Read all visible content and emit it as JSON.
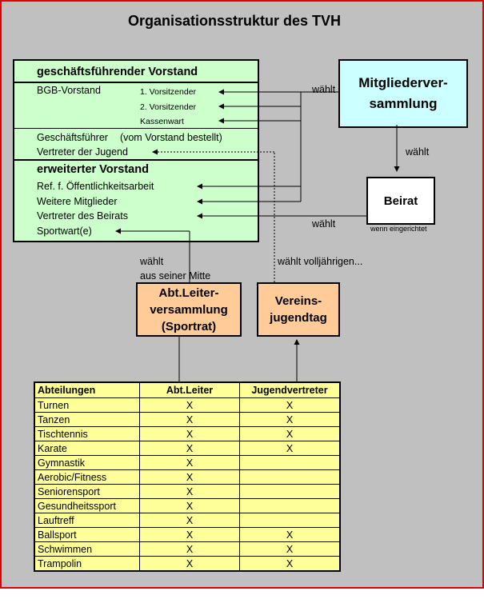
{
  "title": "Organisationsstruktur des TVH",
  "vorstand": {
    "header": "geschäftsführender Vorstand",
    "bgb_label": "BGB-Vorstand",
    "bgb_members": [
      "1. Vorsitzender",
      "2. Vorsitzender",
      "Kassenwart"
    ],
    "geschaeftsfuehrer": "Geschäftsführer",
    "geschaeftsfuehrer_note": "(vom Vorstand bestellt)",
    "vertreter_jugend": "Vertreter der Jugend",
    "erweitert_header": "erweiterter Vorstand",
    "erweitert_members": [
      "Ref. f. Öffentlichkeitsarbeit",
      "Weitere Mitglieder",
      "Vertreter des Beirats",
      "Sportwart(e)"
    ]
  },
  "mitgliederversammlung": {
    "line1": "Mitgliederver-",
    "line2": "sammlung"
  },
  "beirat": {
    "label": "Beirat",
    "note": "wenn eingerichtet"
  },
  "abt_leiter_versammlung": {
    "line1": "Abt.Leiter-",
    "line2": "versammlung",
    "line3": "(Sportrat)"
  },
  "vereinsjugendtag": {
    "line1": "Vereins-",
    "line2": "jugendtag"
  },
  "labels": {
    "waehlt_mv": "wählt",
    "waehlt_beirat_from_mv": "wählt",
    "waehlt_beirat": "wählt",
    "waehlt_sportwart_1": "wählt",
    "waehlt_sportwart_2": "aus seiner Mitte",
    "waehlt_jugend": "wählt volljährigen..."
  },
  "table": {
    "headers": [
      "Abteilungen",
      "Abt.Leiter",
      "Jugendvertreter"
    ],
    "rows": [
      [
        "Turnen",
        "X",
        "X"
      ],
      [
        "Tanzen",
        "X",
        "X"
      ],
      [
        "Tischtennis",
        "X",
        "X"
      ],
      [
        "Karate",
        "X",
        "X"
      ],
      [
        "Gymnastik",
        "X",
        ""
      ],
      [
        "Aerobic/Fitness",
        "X",
        ""
      ],
      [
        "Seniorensport",
        "X",
        ""
      ],
      [
        "Gesundheitssport",
        "X",
        ""
      ],
      [
        "Lauftreff",
        "X",
        ""
      ],
      [
        "Ballsport",
        "X",
        "X"
      ],
      [
        "Schwimmen",
        "X",
        "X"
      ],
      [
        "Trampolin",
        "X",
        "X"
      ]
    ]
  },
  "colors": {
    "background": "#c0c0c0",
    "border": "#e00000",
    "vorstand_fill": "#ccffcc",
    "mv_fill": "#ccffff",
    "orange_fill": "#ffcc99",
    "table_fill": "#ffff99"
  }
}
